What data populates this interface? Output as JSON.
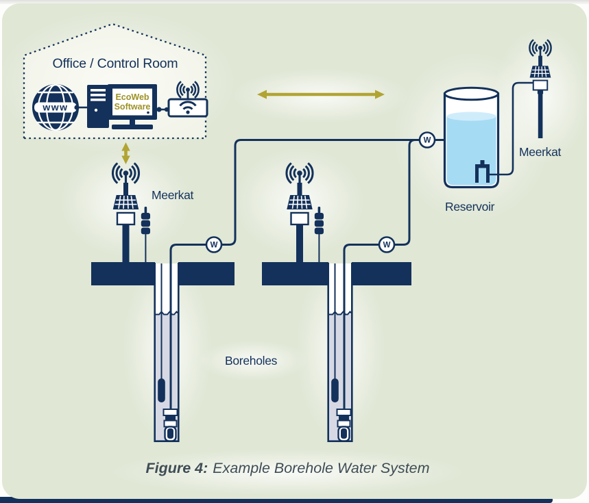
{
  "office": {
    "title": "Office / Control Room",
    "software_line1": "EcoWeb",
    "software_line2": "Software",
    "globe_label": "www"
  },
  "devices": {
    "meerkat_borehole_label": "Meerkat",
    "meerkat_reservoir_label": "Meerkat",
    "water_meter_symbol": "W"
  },
  "labels": {
    "boreholes": "Boreholes",
    "reservoir": "Reservoir"
  },
  "caption": {
    "prefix": "Figure 4:",
    "text": "Example Borehole Water System"
  },
  "colors": {
    "navy": "#13315a",
    "olive_arrow": "#b1a433",
    "tank_water": "#a6dbf4",
    "tank_water_surface": "#cfecfb",
    "borehole_water": "#d6d9e4",
    "panel_background": "#e0e7d5",
    "software_text": "#9c9124",
    "caption_text": "#3e4c54"
  }
}
